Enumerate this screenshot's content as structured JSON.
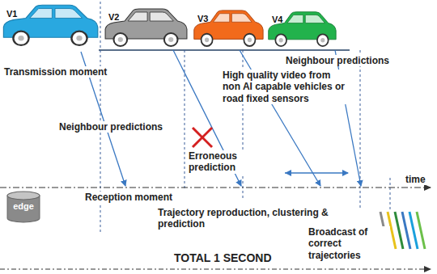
{
  "diagram": {
    "nodes": [
      {
        "text": [
          "V1"
        ]
      },
      {
        "text": [
          "V2"
        ]
      },
      {
        "text": [
          "V3"
        ]
      },
      {
        "text": [
          "V4"
        ]
      },
      {
        "text": [
          "edge"
        ]
      }
    ],
    "labels": [
      "Transmission moment",
      "Neighbour predictions",
      "High quality video from non AI capable vehicles or road fixed sensors",
      "Neighbour predictions",
      "Erroneous prediction",
      "Reception moment",
      "time",
      "Trajectory reproduction, clustering & prediction",
      "Broadcast of correct trajectories",
      "TOTAL 1 SECOND"
    ]
  }
}
